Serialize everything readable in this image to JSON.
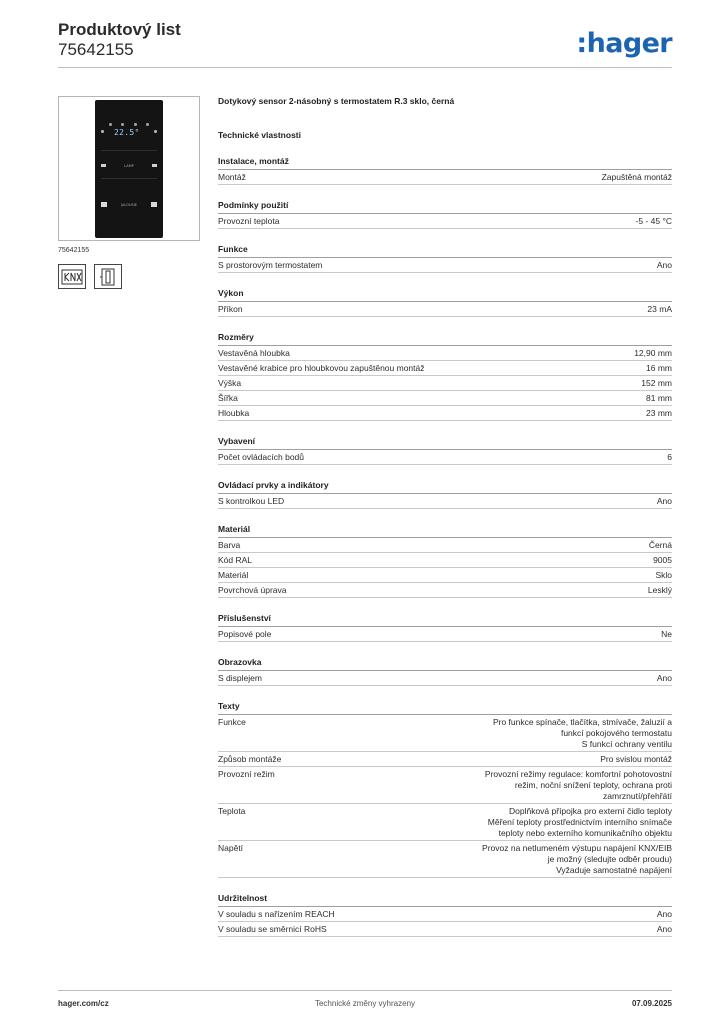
{
  "header": {
    "title": "Produktový list",
    "number": "75642155",
    "logo": ":hager",
    "logo_color": "#1d64b0"
  },
  "product": {
    "device_display": "22.5°",
    "device_label_lamp": "LAMP",
    "device_label_jalousie": "JALOUSIE",
    "code": "75642155",
    "name": "Dotykový sensor 2-násobný s termostatem R.3 sklo, černá",
    "symbols": [
      "knx-mark-icon",
      "flush-mount-icon"
    ]
  },
  "tech_title": "Technické vlastnosti",
  "sections": [
    {
      "title": "Instalace, montáž",
      "rows": [
        {
          "label": "Montáž",
          "value": [
            "Zapuštěná montáž"
          ]
        }
      ]
    },
    {
      "title": "Podmínky použití",
      "rows": [
        {
          "label": "Provozní teplota",
          "value": [
            "-5 - 45 °C"
          ]
        }
      ]
    },
    {
      "title": "Funkce",
      "rows": [
        {
          "label": "S prostorovým termostatem",
          "value": [
            "Ano"
          ]
        }
      ]
    },
    {
      "title": "Výkon",
      "rows": [
        {
          "label": "Příkon",
          "value": [
            "23 mA"
          ]
        }
      ]
    },
    {
      "title": "Rozměry",
      "rows": [
        {
          "label": "Vestavěná hloubka",
          "value": [
            "12,90 mm"
          ]
        },
        {
          "label": "Vestavěné krabice pro hloubkovou zapuštěnou montáž",
          "value": [
            "16 mm"
          ]
        },
        {
          "label": "Výška",
          "value": [
            "152 mm"
          ]
        },
        {
          "label": "Šířka",
          "value": [
            "81 mm"
          ]
        },
        {
          "label": "Hloubka",
          "value": [
            "23 mm"
          ]
        }
      ]
    },
    {
      "title": "Vybavení",
      "rows": [
        {
          "label": "Počet ovládacích bodů",
          "value": [
            "6"
          ]
        }
      ]
    },
    {
      "title": "Ovládací prvky a indikátory",
      "rows": [
        {
          "label": "S kontrolkou LED",
          "value": [
            "Ano"
          ]
        }
      ]
    },
    {
      "title": "Materiál",
      "rows": [
        {
          "label": "Barva",
          "value": [
            "Černá"
          ]
        },
        {
          "label": "Kód RAL",
          "value": [
            "9005"
          ]
        },
        {
          "label": "Materiál",
          "value": [
            "Sklo"
          ]
        },
        {
          "label": "Povrchová úprava",
          "value": [
            "Lesklý"
          ]
        }
      ]
    },
    {
      "title": "Příslušenství",
      "rows": [
        {
          "label": "Popisové pole",
          "value": [
            "Ne"
          ]
        }
      ]
    },
    {
      "title": "Obrazovka",
      "rows": [
        {
          "label": "S displejem",
          "value": [
            "Ano"
          ]
        }
      ]
    },
    {
      "title": "Texty",
      "rows": [
        {
          "label": "Funkce",
          "value": [
            "Pro funkce spínače, tlačítka, stmívače, žaluzií a",
            "funkcí pokojového termostatu",
            "S funkcí ochrany ventilu"
          ]
        },
        {
          "label": "Způsob montáže",
          "value": [
            "Pro svislou montáž"
          ]
        },
        {
          "label": "Provozní režim",
          "value": [
            "Provozní režimy regulace: komfortní pohotovostní",
            "režim, noční snížení teploty, ochrana proti",
            "zamrznutí/přehřátí"
          ]
        },
        {
          "label": "Teplota",
          "value": [
            "Doplňková přípojka pro externí čidlo teploty",
            "Měření teploty prostřednictvím interního snímače",
            "teploty nebo externího komunikačního objektu"
          ]
        },
        {
          "label": "Napětí",
          "value": [
            "Provoz na netlumeném výstupu napájení KNX/EIB",
            "je možný (sledujte odběr proudu)",
            "Vyžaduje samostatné napájení"
          ]
        }
      ]
    },
    {
      "title": "Udržitelnost",
      "rows": [
        {
          "label": "V souladu s nařízením REACH",
          "value": [
            "Ano"
          ]
        },
        {
          "label": "V souladu se směrnicí RoHS",
          "value": [
            "Ano"
          ]
        }
      ]
    }
  ],
  "footer": {
    "website": "hager.com/cz",
    "note": "Technické změny vyhrazeny",
    "date": "07.09.2025"
  }
}
